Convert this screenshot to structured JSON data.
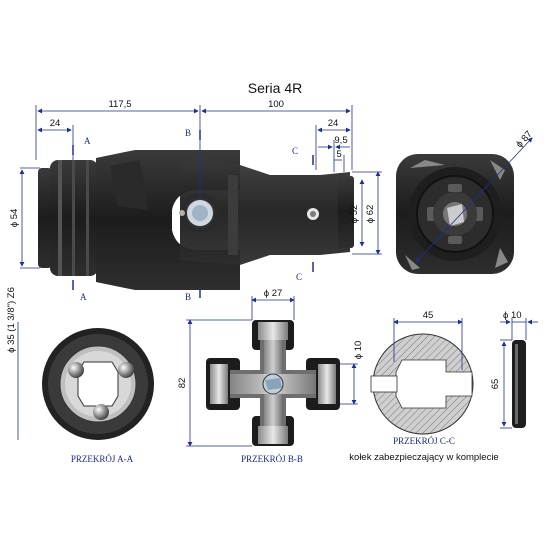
{
  "title": "Seria 4R",
  "dims": {
    "d117": "117,5",
    "d100": "100",
    "d24a": "24",
    "d24b": "24",
    "d95": "9,5",
    "d5": "5",
    "d87": "ϕ 87",
    "d54": "ϕ 54",
    "d52": "ϕ 52",
    "d62": "ϕ 62",
    "d27": "ϕ 27",
    "d82": "82",
    "d10v": "ϕ 10",
    "d45": "45",
    "d10h": "ϕ 10",
    "d65": "65",
    "spline": "ϕ 35 (1 3/8\") Z6"
  },
  "markers": {
    "A": "A",
    "B": "B",
    "C": "C"
  },
  "sections": {
    "aa": "PRZEKRÓJ A-A",
    "bb": "PRZEKRÓJ B-B",
    "cc": "PRZEKRÓJ C-C",
    "note": "kołek zabezpieczający w komplecie"
  }
}
